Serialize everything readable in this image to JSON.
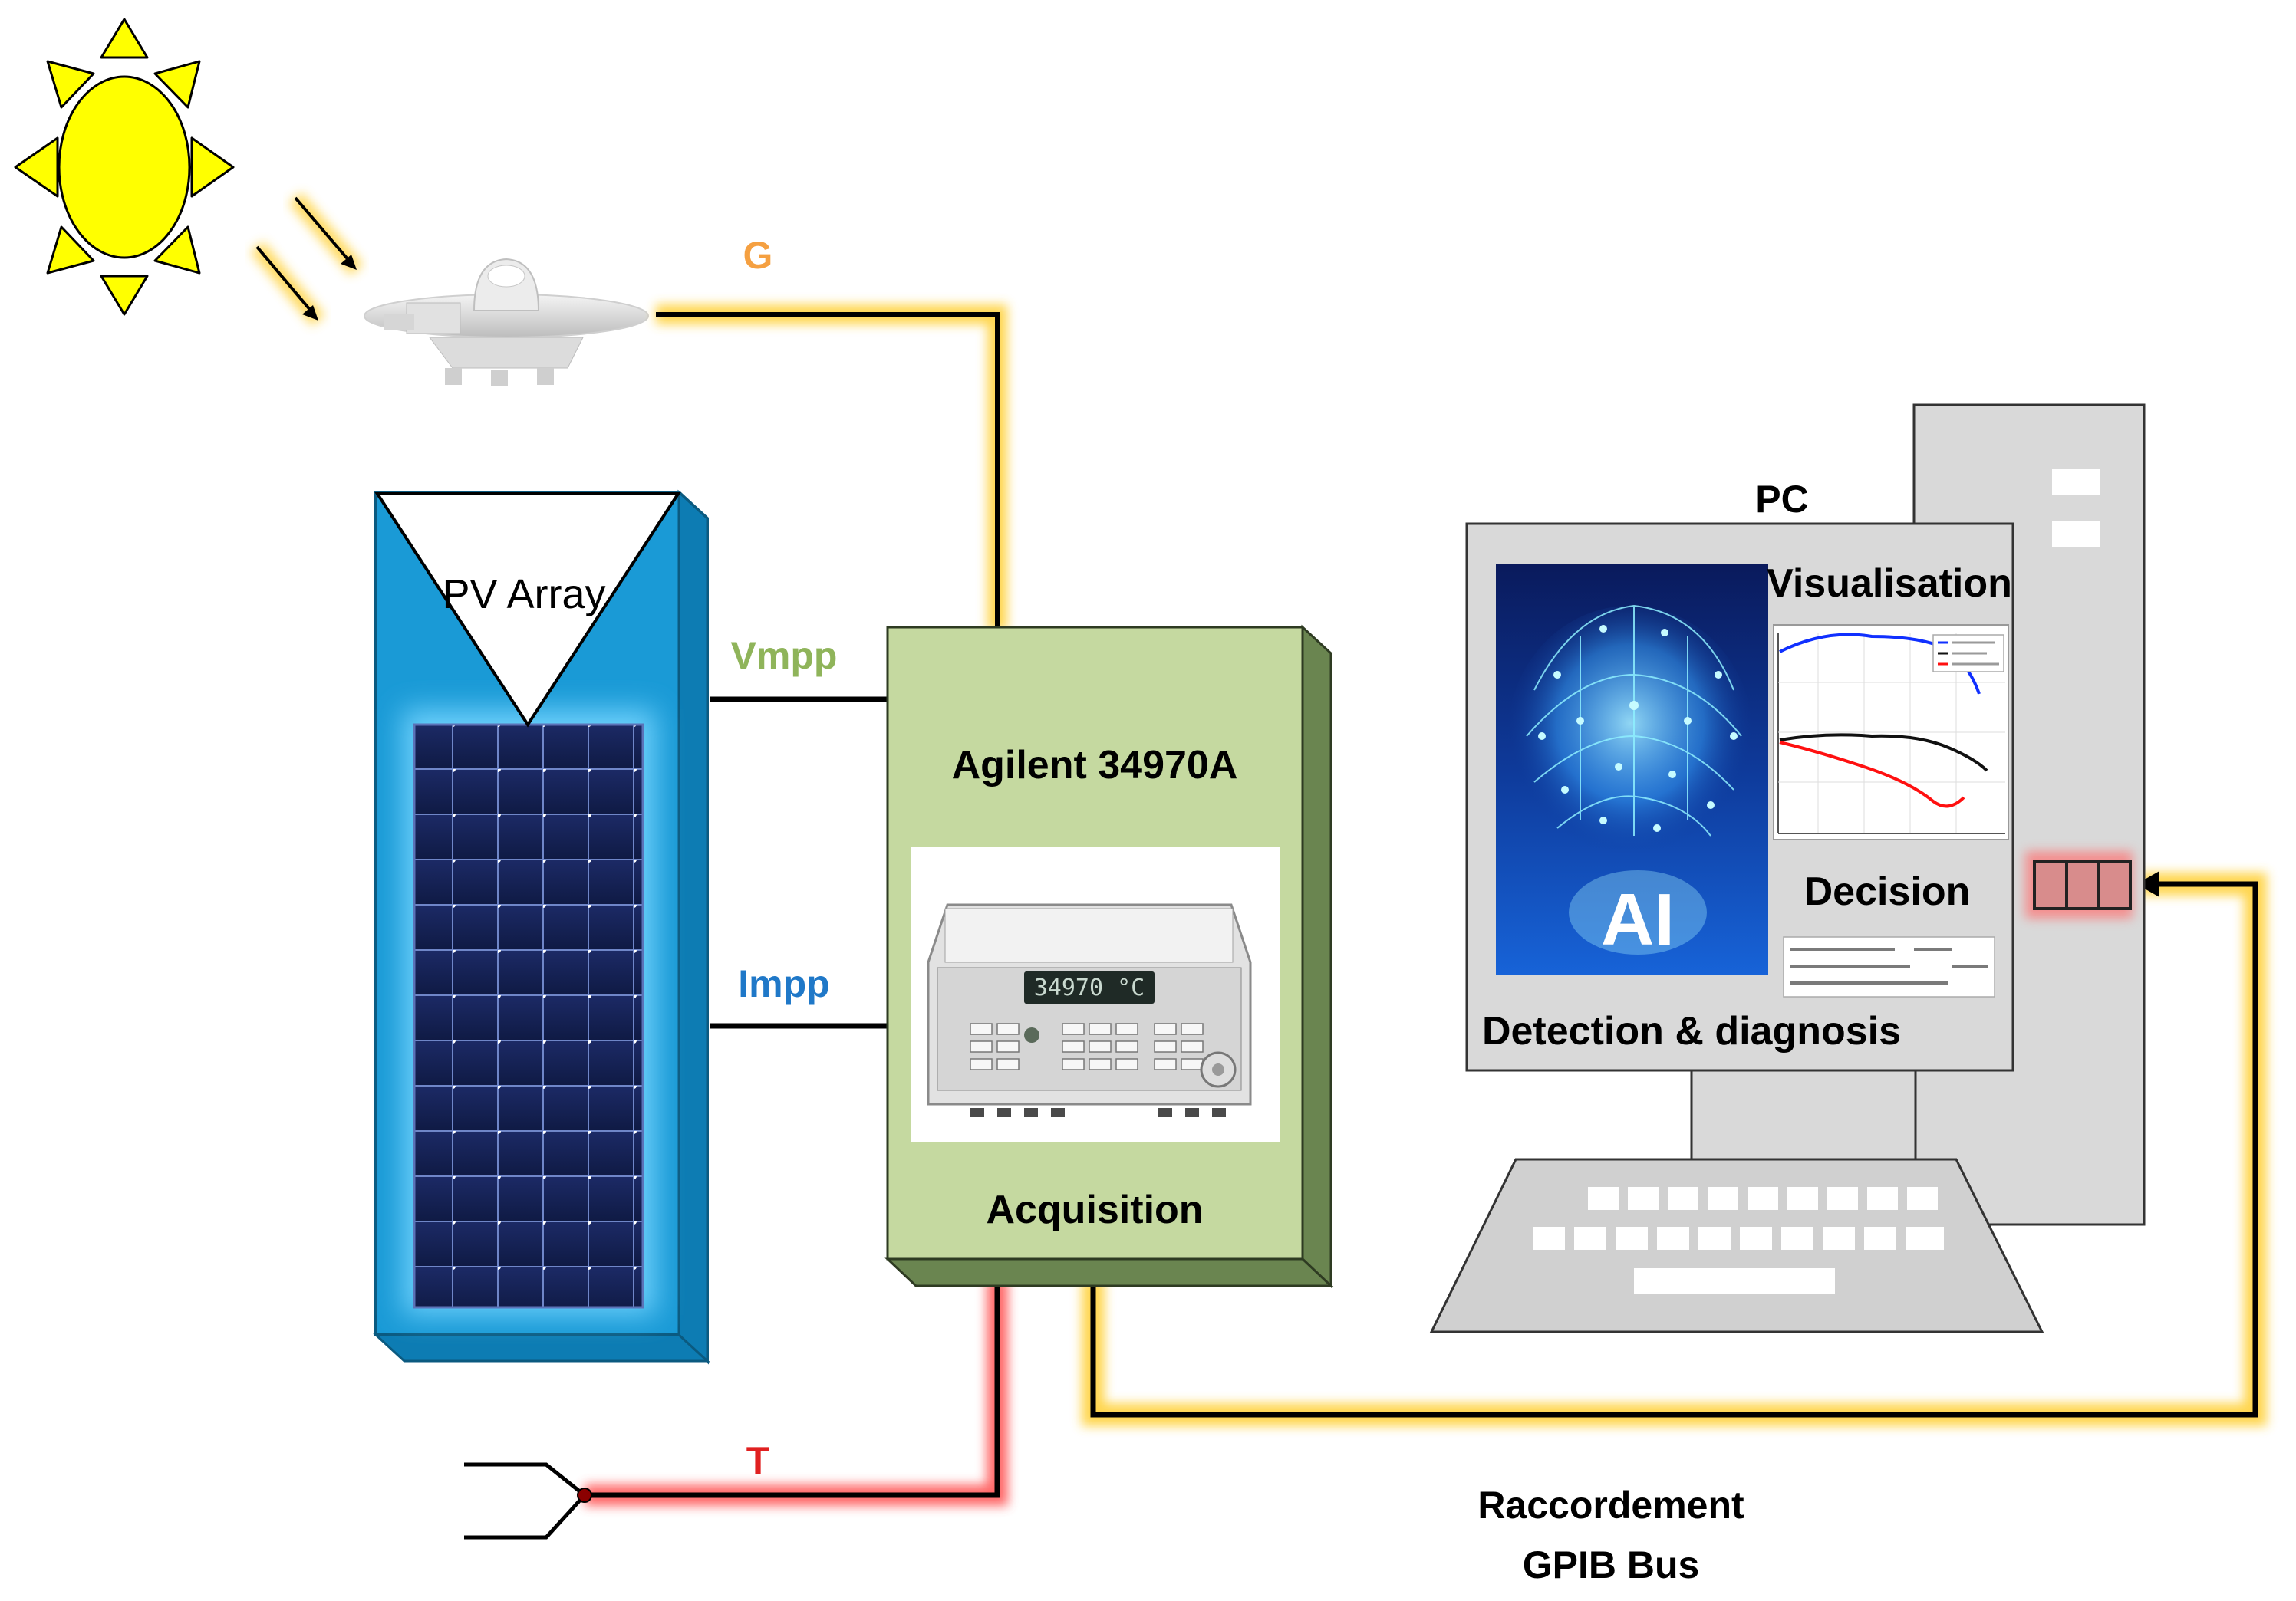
{
  "labels": {
    "g": "G",
    "vmpp": "Vmpp",
    "impp": "Impp",
    "t": "T",
    "pv_array": "PV Array",
    "agilent": "Agilent 34970A",
    "acquisition": "Acquisition",
    "pc": "PC",
    "visualisation": "Visualisation",
    "decision": "Decision",
    "ai": "AI",
    "detection": "Detection & diagnosis",
    "raccordement": "Raccordement",
    "gpib": "GPIB Bus"
  },
  "meter_display": "34970 °C",
  "colors": {
    "g": "#f5a041",
    "vmpp": "#8fb45a",
    "impp": "#1f78c8",
    "t": "#e02020",
    "glow_yellow": "#ffd23c",
    "glow_red": "#ff5050",
    "sun": "#ffff00",
    "pv_frame": "#1a9ad6",
    "agilent_box": "#c5d9a0",
    "pc_gray": "#d9d9d9"
  },
  "icons": [
    "sun-icon",
    "pyranometer-icon",
    "thermocouple-icon",
    "keyboard-icon",
    "brain-ai-icon"
  ]
}
